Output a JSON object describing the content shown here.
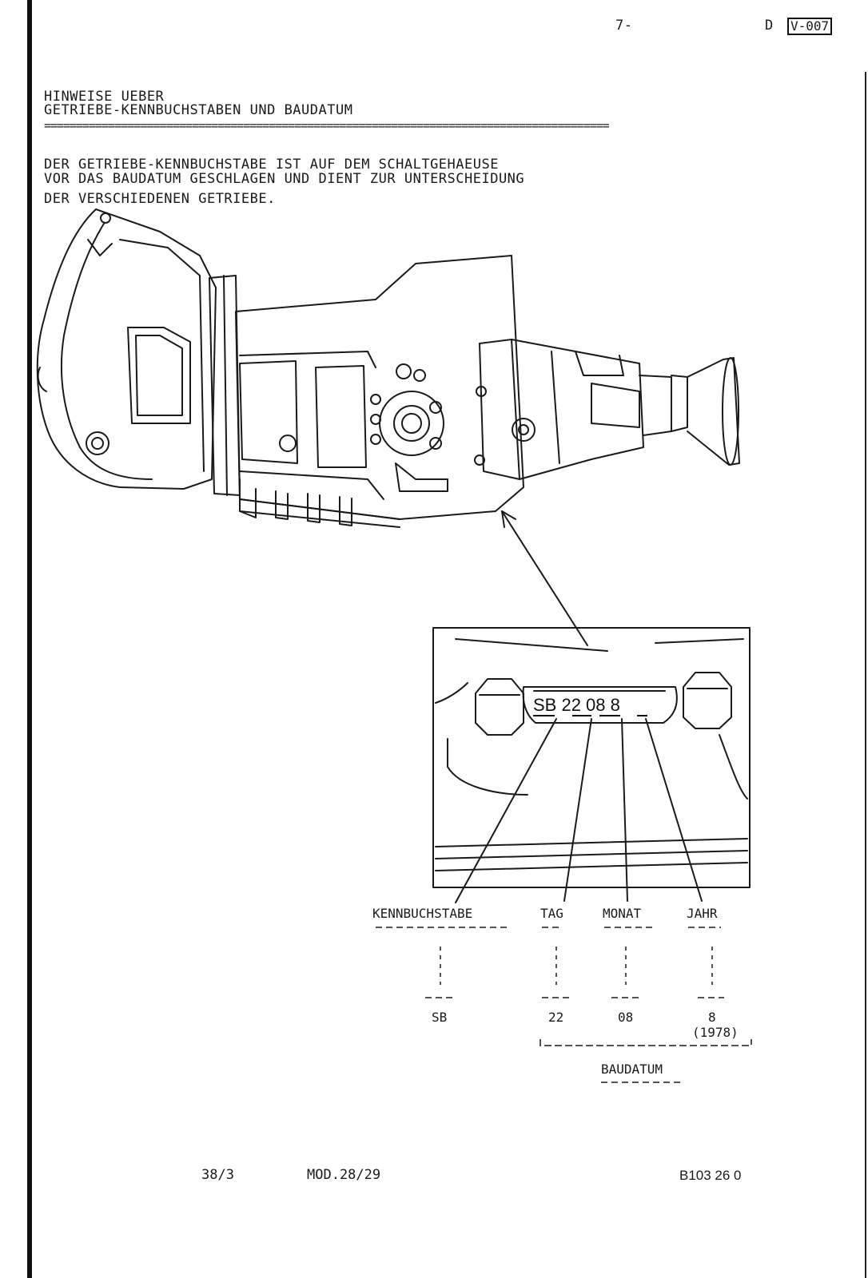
{
  "header": {
    "page_number": "7-",
    "language": "D",
    "reference": "V-007"
  },
  "title": {
    "line1": "HINWEISE UEBER",
    "line2": "GETRIEBE-KENNBUCHSTABEN UND BAUDATUM"
  },
  "body": {
    "lines": [
      "DER GETRIEBE-KENNBUCHSTABE IST AUF DEM SCHALTGEHAEUSE",
      "VOR DAS BAUDATUM GESCHLAGEN UND DIENT ZUR UNTERSCHEIDUNG",
      "DER VERSCHIEDENEN GETRIEBE."
    ]
  },
  "stamp": {
    "text": "SB 22 08 8"
  },
  "legend": {
    "columns": [
      {
        "label": "KENNBUCHSTABE",
        "value": "SB"
      },
      {
        "label": "TAG",
        "value": "22"
      },
      {
        "label": "MONAT",
        "value": "08"
      },
      {
        "label": "JAHR",
        "value": "8"
      }
    ],
    "year_note": "(1978)",
    "group_label": "BAUDATUM"
  },
  "footer": {
    "left": "38/3",
    "center": "MOD.28/29",
    "right": "B103 26 0"
  }
}
